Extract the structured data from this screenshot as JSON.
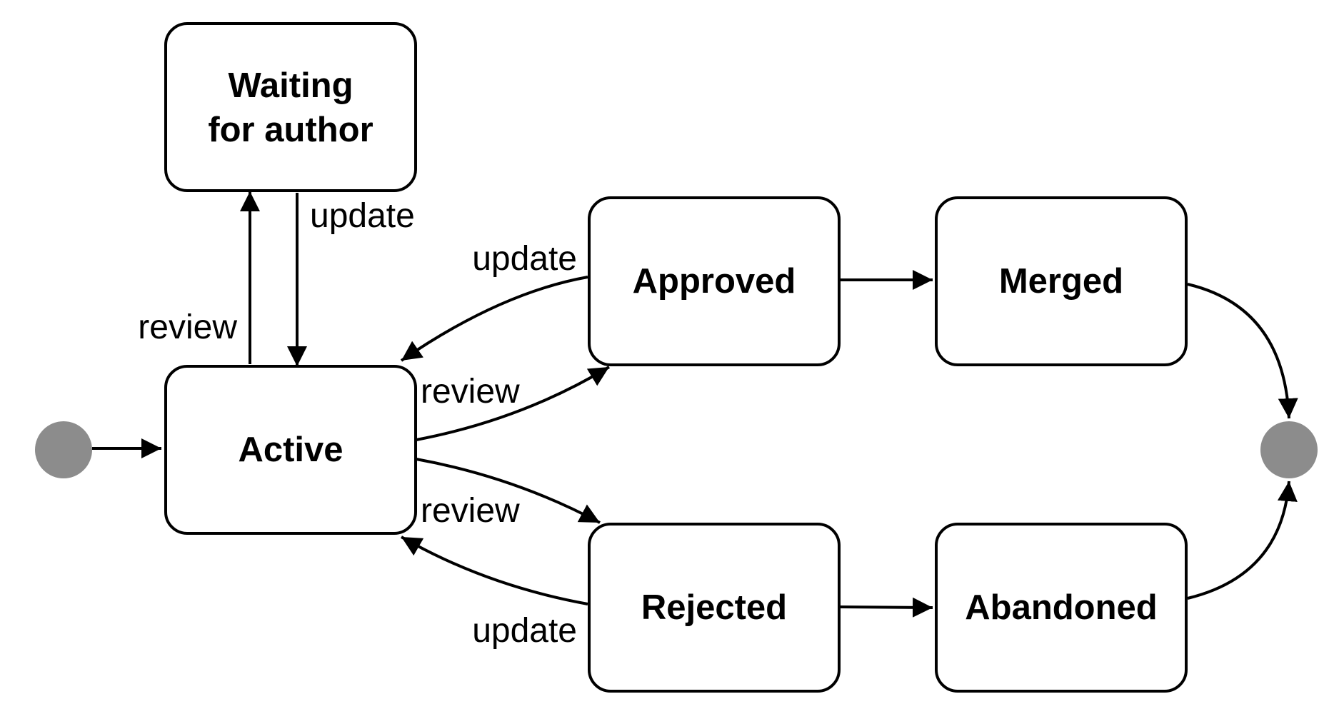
{
  "states": {
    "waiting": {
      "line1": "Waiting",
      "line2": "for author"
    },
    "active": "Active",
    "approved": "Approved",
    "merged": "Merged",
    "rejected": "Rejected",
    "abandoned": "Abandoned"
  },
  "transitions": {
    "active_to_waiting": "review",
    "waiting_to_active": "update",
    "approved_to_active": "update",
    "active_to_approved": "review",
    "active_to_rejected": "review",
    "rejected_to_active": "update"
  },
  "colors": {
    "line": "#000000",
    "pseudo_state": "#8c8c8c",
    "background": "#ffffff"
  }
}
